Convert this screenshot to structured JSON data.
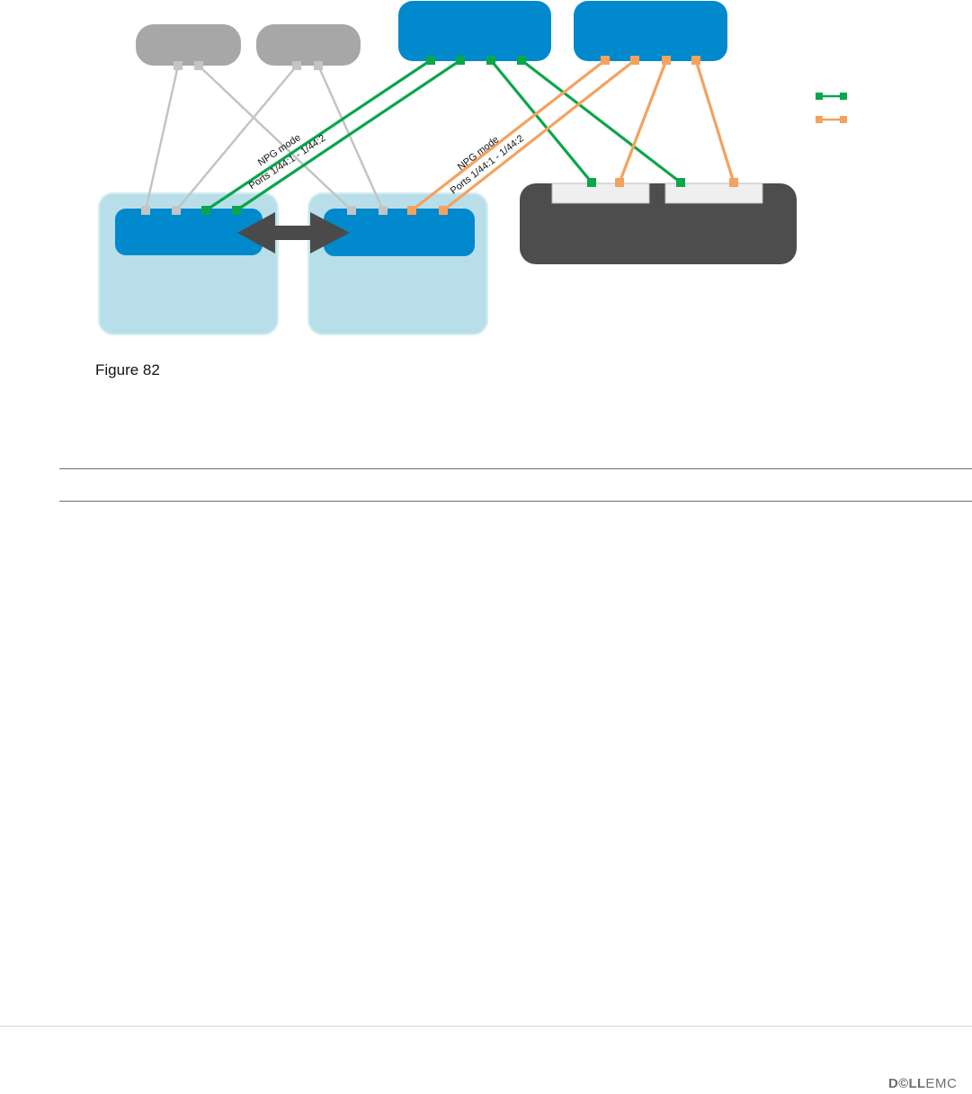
{
  "diagram": {
    "link_labels": {
      "left_mode": "NPG mode",
      "left_ports": "Ports 1/44:1  -  1/44:2",
      "right_mode": "NPG mode",
      "right_ports": "Ports 1/44:1  -  1/44:2"
    },
    "legend": [
      {
        "color": "#0aa64a"
      },
      {
        "color": "#f4a25e"
      }
    ],
    "colors": {
      "blue_switch": "#0089cc",
      "chassis_light": "#b8dfe9",
      "gray_node": "#a7a7a7",
      "storage": "#4d4d4d",
      "san_a": "#0aa64a",
      "san_b": "#f4a25e",
      "ethernet": "#c4c4c4"
    }
  },
  "caption": "Figure 82",
  "logo": {
    "brand": "D©LL",
    "suffix": "EMC"
  }
}
